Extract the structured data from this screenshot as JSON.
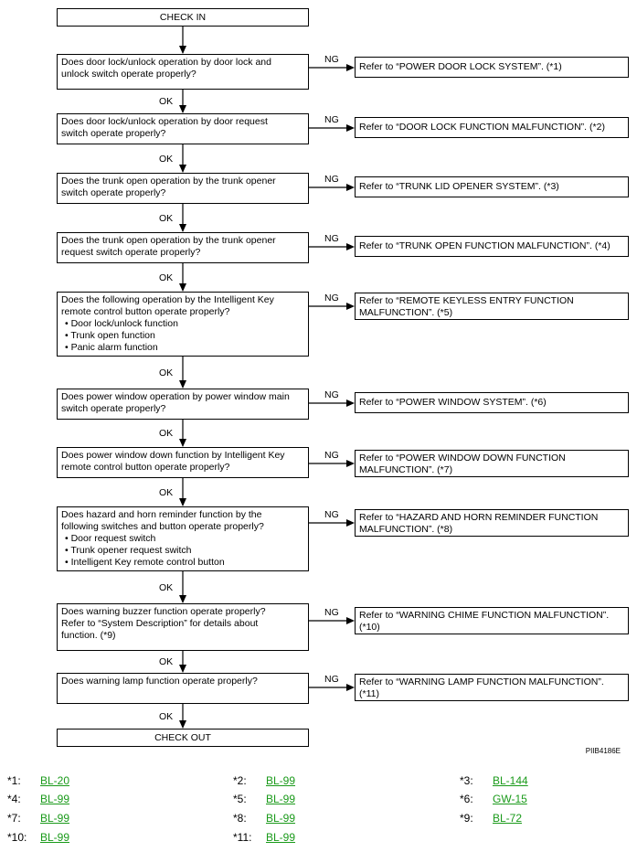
{
  "start": "CHECK IN",
  "end": "CHECK OUT",
  "ok_label": "OK",
  "ng_label": "NG",
  "steps": [
    {
      "lines": [
        "Does door lock/unlock operation by door lock and",
        "unlock switch operate properly?"
      ],
      "bullets": [],
      "ng": [
        "Refer to “POWER DOOR LOCK SYSTEM”. (*1)"
      ]
    },
    {
      "lines": [
        "Does door lock/unlock operation by door request",
        "switch operate properly?"
      ],
      "bullets": [],
      "ng": [
        "Refer to “DOOR LOCK FUNCTION MALFUNCTION”. (*2)"
      ]
    },
    {
      "lines": [
        "Does the trunk open operation by the trunk opener",
        "switch operate properly?"
      ],
      "bullets": [],
      "ng": [
        "Refer to “TRUNK LID OPENER SYSTEM”. (*3)"
      ]
    },
    {
      "lines": [
        "Does the trunk open operation by the trunk opener",
        "request switch operate properly?"
      ],
      "bullets": [],
      "ng": [
        "Refer to “TRUNK OPEN FUNCTION MALFUNCTION”. (*4)"
      ]
    },
    {
      "lines": [
        "Does the following operation by the Intelligent Key",
        "remote control button operate properly?"
      ],
      "bullets": [
        "Door lock/unlock function",
        "Trunk open function",
        "Panic alarm function"
      ],
      "ng": [
        "Refer to “REMOTE KEYLESS ENTRY FUNCTION",
        "MALFUNCTION”. (*5)"
      ]
    },
    {
      "lines": [
        "Does power window operation by power window main",
        "switch operate properly?"
      ],
      "bullets": [],
      "ng": [
        "Refer to “POWER WINDOW SYSTEM”. (*6)"
      ]
    },
    {
      "lines": [
        "Does power window down function by Intelligent Key",
        "remote control button operate properly?"
      ],
      "bullets": [],
      "ng": [
        "Refer to “POWER WINDOW DOWN FUNCTION",
        "MALFUNCTION”. (*7)"
      ]
    },
    {
      "lines": [
        "Does hazard and horn reminder function by the",
        "following switches and button operate properly?"
      ],
      "bullets": [
        "Door request switch",
        "Trunk opener request switch",
        "Intelligent Key remote control button"
      ],
      "ng": [
        "Refer to “HAZARD AND HORN REMINDER FUNCTION",
        "MALFUNCTION”. (*8)"
      ]
    },
    {
      "lines": [
        "Does warning buzzer function operate properly?",
        "Refer to “System Description” for details about",
        "function. (*9)"
      ],
      "bullets": [],
      "ng": [
        "Refer to “WARNING CHIME FUNCTION MALFUNCTION”.",
        "(*10)"
      ]
    },
    {
      "lines": [
        "Does warning lamp function operate properly?"
      ],
      "bullets": [],
      "ng": [
        "Refer to “WARNING LAMP FUNCTION MALFUNCTION”.",
        "(*11)"
      ]
    }
  ],
  "figure_code": "PIIB4186E",
  "references": [
    {
      "key": "*1:",
      "link": "BL-20"
    },
    {
      "key": "*2:",
      "link": "BL-99"
    },
    {
      "key": "*3:",
      "link": "BL-144"
    },
    {
      "key": "*4:",
      "link": "BL-99"
    },
    {
      "key": "*5:",
      "link": "BL-99"
    },
    {
      "key": "*6:",
      "link": "GW-15"
    },
    {
      "key": "*7:",
      "link": "BL-99"
    },
    {
      "key": "*8:",
      "link": "BL-99"
    },
    {
      "key": "*9:",
      "link": "BL-72"
    },
    {
      "key": "*10:",
      "link": "BL-99"
    },
    {
      "key": "*11:",
      "link": "BL-99"
    }
  ]
}
